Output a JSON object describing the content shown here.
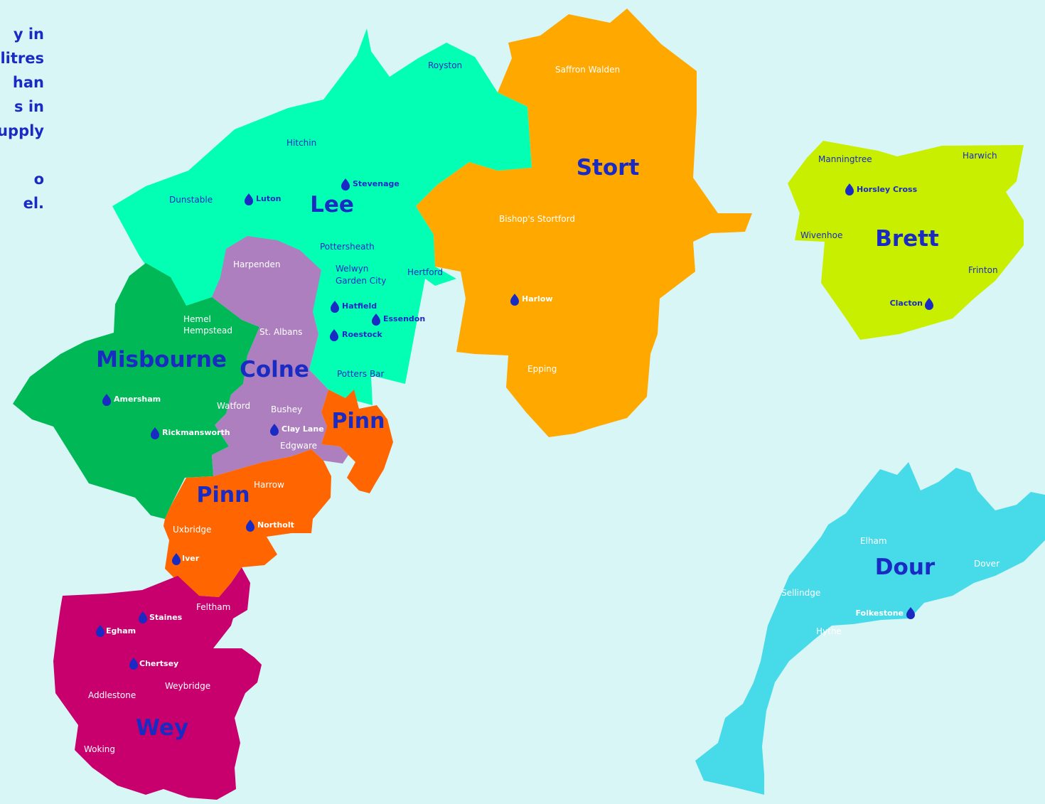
{
  "intro_text": [
    "y in",
    "litres",
    "han",
    "s in",
    "upply",
    "",
    "o",
    "el."
  ],
  "colors": {
    "background": "#d9f6f7",
    "text_blue": "#1a2bc3",
    "lee": "#02ffb3",
    "stort": "#ffa800",
    "brett": "#c9ef00",
    "colne": "#ad7fbf",
    "misbourne": "#00b855",
    "pinn": "#ff6500",
    "wey": "#c8006e",
    "dour": "#47dae8"
  },
  "regions": {
    "lee": "Lee",
    "stort": "Stort",
    "brett": "Brett",
    "colne": "Colne",
    "misbourne": "Misbourne",
    "pinn_north": "Pinn",
    "pinn_south": "Pinn",
    "wey": "Wey",
    "dour": "Dour"
  },
  "towns": {
    "royston": "Royston",
    "saffron_walden": "Saffron Walden",
    "hitchin": "Hitchin",
    "dunstable": "Dunstable",
    "bishops_stortford": "Bishop's Stortford",
    "pottersheath": "Pottersheath",
    "harpenden": "Harpenden",
    "welwyn_1": "Welwyn",
    "welwyn_2": "Garden City",
    "hertford": "Hertford",
    "hemel_1": "Hemel",
    "hemel_2": "Hempstead",
    "st_albans": "St. Albans",
    "potters_bar": "Potters Bar",
    "epping": "Epping",
    "watford": "Watford",
    "bushey": "Bushey",
    "edgware": "Edgware",
    "harrow": "Harrow",
    "uxbridge": "Uxbridge",
    "feltham": "Feltham",
    "addlestone": "Addlestone",
    "weybridge": "Weybridge",
    "woking": "Woking",
    "manningtree": "Manningtree",
    "harwich": "Harwich",
    "wivenhoe": "Wivenhoe",
    "frinton": "Frinton",
    "elham": "Elham",
    "dover": "Dover",
    "sellindge": "Sellindge",
    "hythe": "Hythe"
  },
  "sources": {
    "luton": "Luton",
    "stevenage": "Stevenage",
    "hatfield": "Hatfield",
    "essendon": "Essendon",
    "roestock": "Roestock",
    "harlow": "Harlow",
    "amersham": "Amersham",
    "rickmansworth": "Rickmansworth",
    "clay_lane": "Clay Lane",
    "northolt": "Northolt",
    "iver": "Iver",
    "staines": "Staines",
    "egham": "Egham",
    "chertsey": "Chertsey",
    "horsley_cross": "Horsley Cross",
    "clacton": "Clacton",
    "folkestone": "Folkestone"
  }
}
